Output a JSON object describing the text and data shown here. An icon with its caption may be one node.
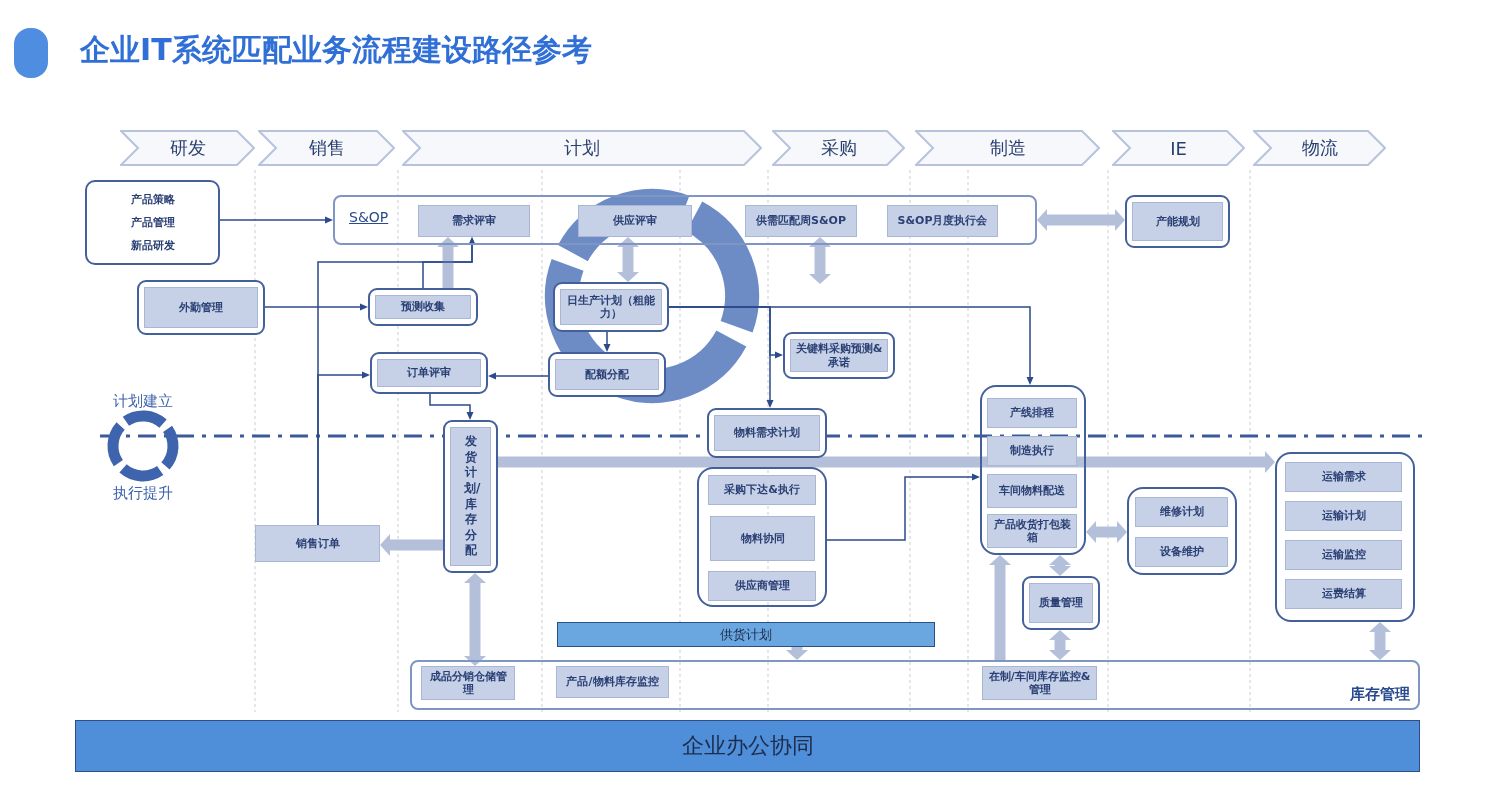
{
  "diagram": {
    "title": "企业IT系统匹配业务流程建设路径参考",
    "nodes": [
      {
        "text": [
          "研发"
        ]
      },
      {
        "text": [
          "销售"
        ]
      },
      {
        "text": [
          "计划"
        ]
      },
      {
        "text": [
          "采购"
        ]
      },
      {
        "text": [
          "制造"
        ]
      },
      {
        "text": [
          "IE"
        ]
      },
      {
        "text": [
          "物流"
        ]
      },
      {
        "text": [
          "产品策略",
          "产品管理",
          "新品研发"
        ]
      },
      {
        "text": [
          "S&OP"
        ]
      },
      {
        "text": [
          "需求评审"
        ],
        "in": 8
      },
      {
        "text": [
          "供应评审"
        ],
        "in": 8
      },
      {
        "text": [
          "供需匹配周S&OP"
        ],
        "in": 8
      },
      {
        "text": [
          "S&OP月度执行会"
        ],
        "in": 8
      },
      {
        "text": [
          "产能规划"
        ]
      },
      {
        "text": [
          "外勤管理"
        ]
      },
      {
        "text": [
          "预测收集"
        ]
      },
      {
        "text": [
          "日生产计划（粗能力）"
        ]
      },
      {
        "text": [
          "关键料采购预测&承诺"
        ]
      },
      {
        "text": [
          "订单评审"
        ]
      },
      {
        "text": [
          "配额分配"
        ]
      },
      {
        "text": [
          "物料需求计划"
        ]
      },
      {
        "text": [],
        "shape": "box"
      },
      {
        "text": [
          "产线排程"
        ],
        "in": 21
      },
      {
        "text": [
          "制造执行"
        ],
        "in": 21
      },
      {
        "text": [
          "车间物料配送"
        ],
        "in": 21
      },
      {
        "text": [
          "产品收货打包装箱"
        ],
        "in": 21
      },
      {
        "text": [
          "发货计划/库存分配"
        ]
      },
      {
        "text": [],
        "shape": "box"
      },
      {
        "text": [
          "采购下达&执行"
        ],
        "in": 27
      },
      {
        "text": [
          "物料协同"
        ],
        "in": 27
      },
      {
        "text": [
          "供应商管理"
        ],
        "in": 27
      },
      {
        "text": [],
        "shape": "box"
      },
      {
        "text": [
          "维修计划"
        ],
        "in": 31
      },
      {
        "text": [
          "设备维护"
        ],
        "in": 31
      },
      {
        "text": [],
        "shape": "box"
      },
      {
        "text": [
          "运输需求"
        ],
        "in": 34
      },
      {
        "text": [
          "运输计划"
        ],
        "in": 34
      },
      {
        "text": [
          "运输监控"
        ],
        "in": 34
      },
      {
        "text": [
          "运费结算"
        ],
        "in": 34
      },
      {
        "text": [
          "销售订单"
        ]
      },
      {
        "text": [
          "质量管理"
        ]
      },
      {
        "text": [
          "供货计划"
        ]
      },
      {
        "text": [
          "库存管理"
        ]
      },
      {
        "text": [
          "成品分销仓储管理"
        ],
        "in": 42
      },
      {
        "text": [
          "产品/物料库存监控"
        ],
        "in": 42
      },
      {
        "text": [
          "在制/车间库存监控&管理"
        ],
        "in": 42
      },
      {
        "text": [
          "企业办公协同"
        ]
      }
    ],
    "edges": [
      {
        "from": 7,
        "to": 8,
        "arrow": "to",
        "color": "#2c4a8c"
      },
      {
        "from": 14,
        "to": 15,
        "arrow": "to",
        "color": "#2c4a8c"
      },
      {
        "from": 15,
        "to": 9,
        "arrow": "to",
        "color": "#2c4a8c"
      },
      {
        "from": 15,
        "to": 9,
        "arrow": "to"
      },
      {
        "from": 39,
        "to": 9,
        "arrow": "to",
        "color": "#2c4a8c"
      },
      {
        "from": 39,
        "to": 18,
        "arrow": "to",
        "color": "#2c4a8c"
      },
      {
        "from": 10,
        "to": 16,
        "arrow": "both"
      },
      {
        "from": 16,
        "to": 19,
        "arrow": "to",
        "color": "#2c4a8c"
      },
      {
        "from": 19,
        "to": 18,
        "arrow": "to",
        "color": "#2c4a8c"
      },
      {
        "from": 16,
        "to": 21,
        "arrow": "to",
        "color": "#2c4a8c"
      },
      {
        "from": 16,
        "to": 17,
        "arrow": "to",
        "color": "#2c4a8c"
      },
      {
        "from": 16,
        "to": 20,
        "arrow": "to",
        "color": "#2c4a8c"
      },
      {
        "from": 11,
        "to": null,
        "arrow": "both"
      },
      {
        "from": 8,
        "to": 13,
        "arrow": "both"
      },
      {
        "from": 18,
        "to": 26,
        "arrow": "to",
        "color": "#2c4a8c"
      },
      {
        "from": 26,
        "to": 34,
        "arrow": "to"
      },
      {
        "from": 26,
        "to": 39,
        "arrow": "to"
      },
      {
        "from": 26,
        "to": 43,
        "arrow": "both"
      },
      {
        "from": 27,
        "to": 21,
        "arrow": "to",
        "color": "#2c4a8c"
      },
      {
        "from": 21,
        "to": 31,
        "arrow": "both"
      },
      {
        "from": 21,
        "to": 40,
        "arrow": "both"
      },
      {
        "from": 40,
        "to": 42,
        "arrow": "both"
      },
      {
        "from": 42,
        "to": 21,
        "arrow": "to"
      },
      {
        "from": 34,
        "to": 42,
        "arrow": "both"
      },
      {
        "from": 41,
        "to": 42,
        "arrow": "to"
      }
    ],
    "labels": [
      "计划建立",
      "执行提升"
    ]
  }
}
